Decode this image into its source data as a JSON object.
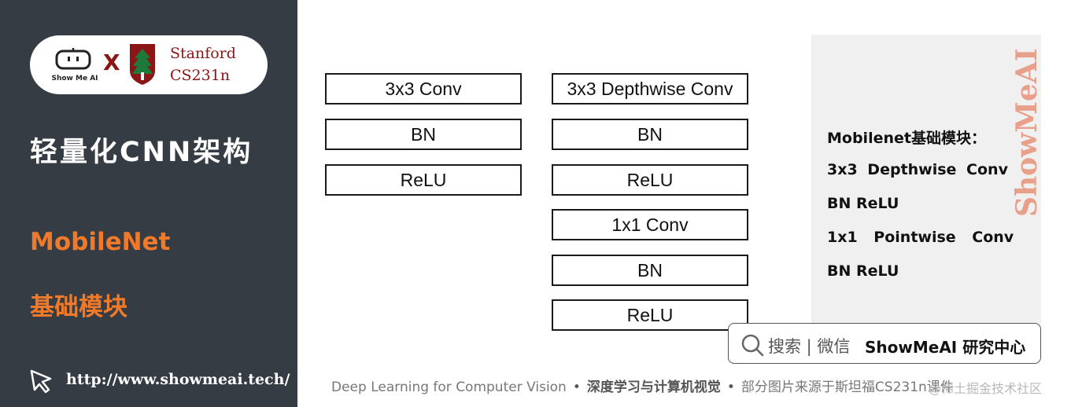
{
  "logo": {
    "showmeai_caption": "Show Me AI",
    "x_mark": "X",
    "stanford_line1": "Stanford",
    "stanford_line2": "CS231n"
  },
  "sidebar": {
    "topic_title": "轻量化CNN架构",
    "section_line1": "MobileNet",
    "section_line2": "基础模块",
    "url": "http://www.showmeai.tech/"
  },
  "diagram": {
    "standard_block": [
      "3x3 Conv",
      "BN",
      "ReLU"
    ],
    "mobilenet_block": [
      "3x3 Depthwise Conv",
      "BN",
      "ReLU",
      "1x1 Conv",
      "BN",
      "ReLU"
    ]
  },
  "note": {
    "title": "Mobilenet基础模块：",
    "lines": [
      "3x3 Depthwise Conv",
      "BN ReLU",
      "1x1 Pointwise Conv",
      "BN ReLU"
    ],
    "watermark": "ShowMeAI"
  },
  "search": {
    "text": "搜索 | 微信",
    "brand": "ShowMeAI 研究中心"
  },
  "footer": {
    "course_en": "Deep Learning for Computer Vision",
    "separator": "•",
    "course_cn": "深度学习与计算机视觉",
    "source_note": "部分图片来源于斯坦福CS231n课件",
    "csdn_mark": "@稀土掘金技术社区"
  },
  "colors": {
    "sidebar_bg": "#353c44",
    "accent_orange": "#f07a2a",
    "stanford_red": "#8c1515",
    "watermark": "#e8a08a"
  }
}
